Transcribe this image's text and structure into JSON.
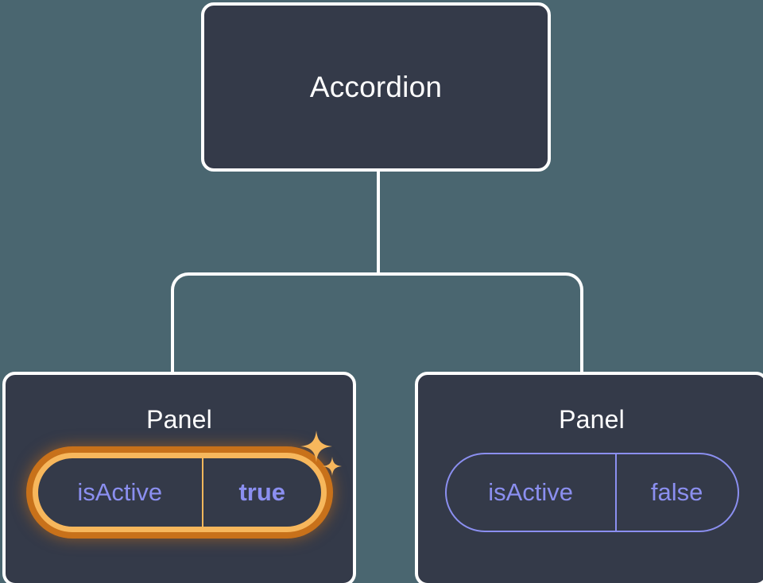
{
  "background_color": "#4a6670",
  "node_fill_color": "#343a49",
  "node_border_color": "#ffffff",
  "connector_color": "#ffffff",
  "accent_purple": "#8b8ff0",
  "highlight_amber": "#f7b75c",
  "highlight_amber_outer": "#c8711a",
  "tree": {
    "root": {
      "title": "Accordion"
    },
    "children": [
      {
        "title": "Panel",
        "highlighted": true,
        "prop": {
          "key": "isActive",
          "value": "true"
        },
        "sparkle_icons": [
          "sparkle-large-icon",
          "sparkle-small-icon"
        ]
      },
      {
        "title": "Panel",
        "highlighted": false,
        "prop": {
          "key": "isActive",
          "value": "false"
        }
      }
    ]
  }
}
